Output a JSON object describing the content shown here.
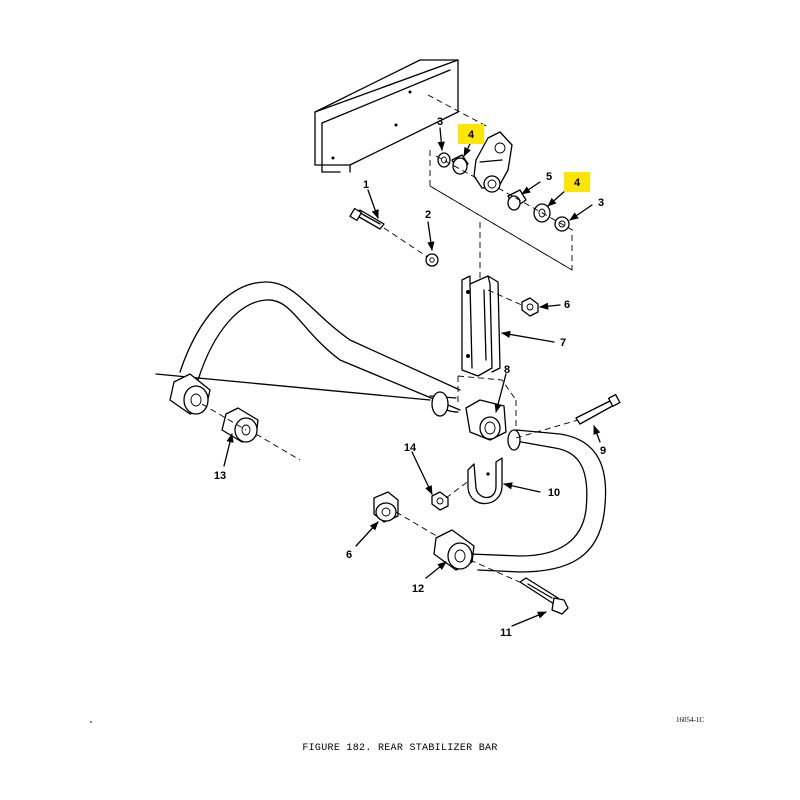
{
  "figure": {
    "caption": "FIGURE 182. REAR STABILIZER BAR",
    "drawing_code": "16054-1C",
    "highlight_color": "#ffe600"
  },
  "callouts": [
    {
      "id": "c1",
      "label": "1"
    },
    {
      "id": "c2",
      "label": "2"
    },
    {
      "id": "c3a",
      "label": "3"
    },
    {
      "id": "c3b",
      "label": "3"
    },
    {
      "id": "c4a",
      "label": "4",
      "highlighted": true
    },
    {
      "id": "c4b",
      "label": "4",
      "highlighted": true
    },
    {
      "id": "c5",
      "label": "5"
    },
    {
      "id": "c6a",
      "label": "6"
    },
    {
      "id": "c6b",
      "label": "6"
    },
    {
      "id": "c7",
      "label": "7"
    },
    {
      "id": "c8",
      "label": "8"
    },
    {
      "id": "c9",
      "label": "9"
    },
    {
      "id": "c10",
      "label": "10"
    },
    {
      "id": "c11",
      "label": "11"
    },
    {
      "id": "c12",
      "label": "12"
    },
    {
      "id": "c13",
      "label": "13"
    },
    {
      "id": "c14",
      "label": "14"
    }
  ]
}
